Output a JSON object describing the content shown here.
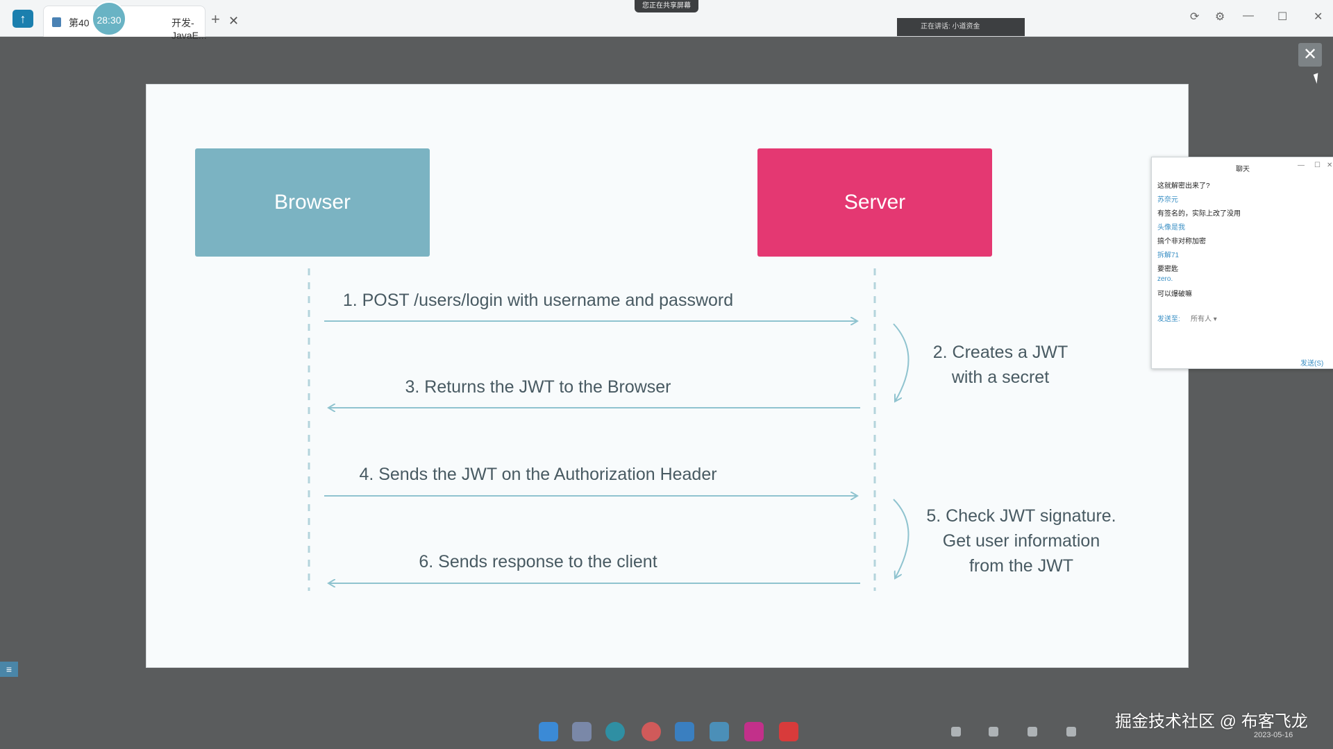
{
  "window": {
    "tab_number": "第40",
    "timer": "28:30",
    "tab_title": "开发-JavaE...",
    "tab_close": "✕",
    "new_tab": "+",
    "share_status": "您正在共享屏幕",
    "speaker_status": "正在讲话: 小道资金",
    "controls": [
      "⟳",
      "⚙",
      "—",
      "☐",
      "✕"
    ]
  },
  "overlay": {
    "close_label": "✕"
  },
  "slide": {
    "browser_label": "Browser",
    "server_label": "Server",
    "steps": [
      {
        "text": "1. POST /users/login with username and password",
        "direction": "to-server"
      },
      {
        "text": "3. Returns the JWT to the Browser",
        "direction": "to-browser"
      },
      {
        "text": "4. Sends the JWT on the Authorization Header",
        "direction": "to-server"
      },
      {
        "text": "6. Sends response to the client",
        "direction": "to-browser"
      }
    ],
    "server_notes": [
      {
        "lines": [
          "2. Creates a JWT",
          "with a secret"
        ]
      },
      {
        "lines": [
          "5. Check JWT signature.",
          "Get user information",
          "from the JWT"
        ]
      }
    ],
    "colors": {
      "browser": "#7bb3c2",
      "server": "#e43872",
      "arrow": "#8fc3cf",
      "text": "#485a62"
    }
  },
  "chat": {
    "title": "聊天",
    "messages": [
      {
        "kind": "text",
        "value": "这就解密出来了?"
      },
      {
        "kind": "name",
        "value": "苏奈元"
      },
      {
        "kind": "text",
        "value": "有签名的，实际上改了没用"
      },
      {
        "kind": "name",
        "value": "头像是我"
      },
      {
        "kind": "text",
        "value": "搞个非对称加密"
      },
      {
        "kind": "name",
        "value": "拆解71"
      },
      {
        "kind": "text",
        "value": "要密匙"
      },
      {
        "kind": "name",
        "value": "zero."
      },
      {
        "kind": "text",
        "value": "可以爆破嘛"
      }
    ],
    "send_to_label": "发送至:",
    "send_to_value": "所有人 ▾",
    "send_button": "发送(S)"
  },
  "taskbar": {
    "icons": [
      "windows-start-icon",
      "file-explorer-icon",
      "edge-browser-icon",
      "chrome-icon",
      "meeting-app-icon",
      "photos-icon",
      "intellij-icon",
      "slides-app-icon"
    ],
    "watermark": "掘金技术社区 @ 布客飞龙",
    "date": "2023-05-16"
  }
}
